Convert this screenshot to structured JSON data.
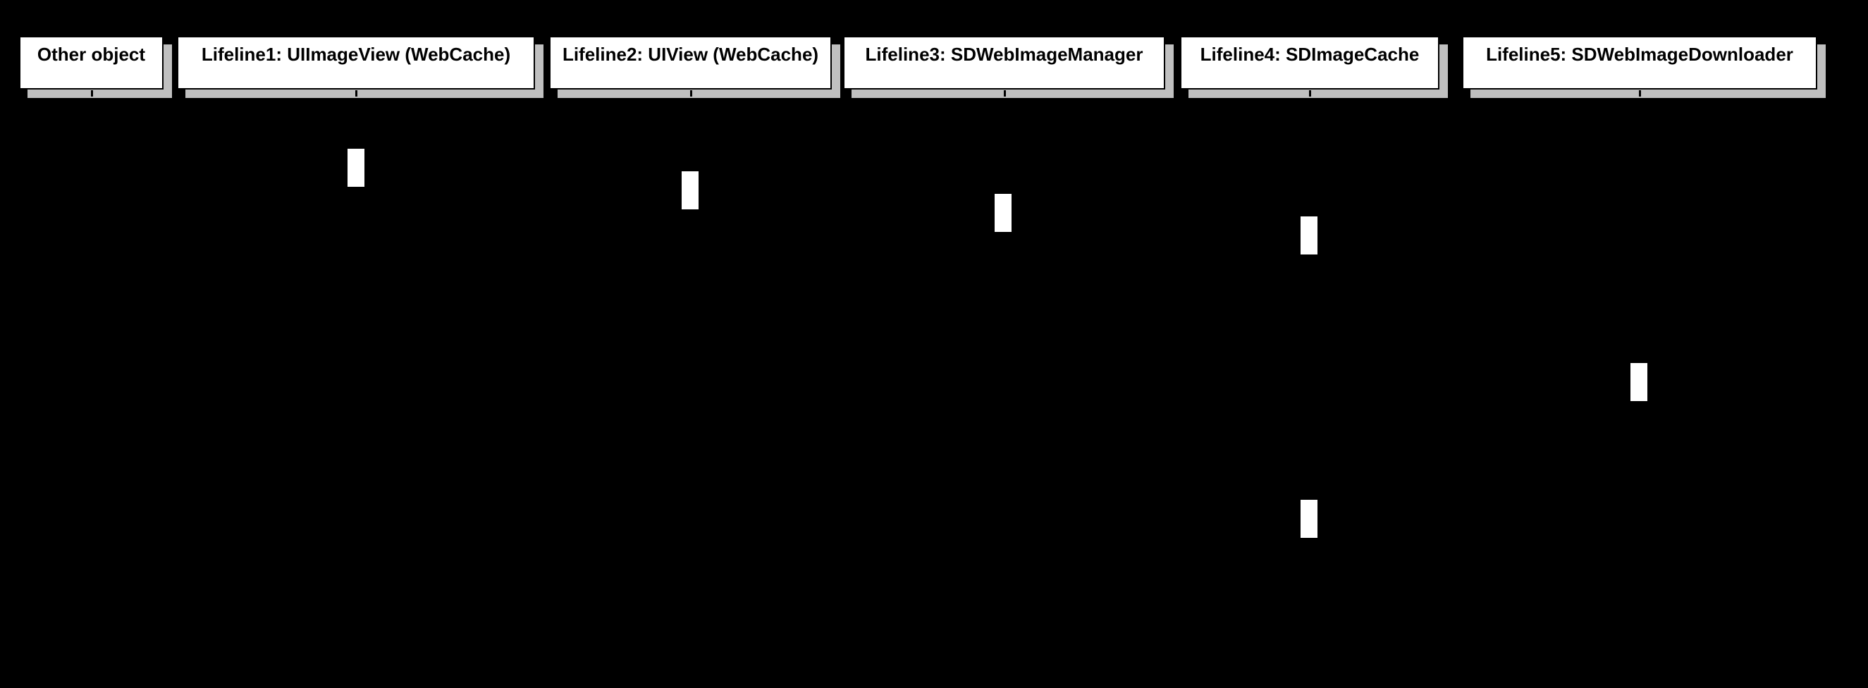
{
  "diagram": {
    "kind": "uml-sequence-diagram",
    "background_color": "#000000",
    "box_fill_color": "#ffffff",
    "box_border_color": "#000000",
    "box_text_color": "#000000",
    "shadow_color": "#c0c0c0"
  },
  "lifelines": [
    {
      "label": "Other object"
    },
    {
      "label": "Lifeline1: UIImageView (WebCache)"
    },
    {
      "label": "Lifeline2: UIView (WebCache)"
    },
    {
      "label": "Lifeline3: SDWebImageManager"
    },
    {
      "label": "Lifeline4: SDImageCache"
    },
    {
      "label": "Lifeline5: SDWebImageDownloader"
    }
  ],
  "activations": [
    {
      "on_lifeline": "Lifeline1: UIImageView (WebCache)",
      "order": 1
    },
    {
      "on_lifeline": "Lifeline2: UIView (WebCache)",
      "order": 2
    },
    {
      "on_lifeline": "Lifeline3: SDWebImageManager",
      "order": 3
    },
    {
      "on_lifeline": "Lifeline4: SDImageCache",
      "order": 4
    },
    {
      "on_lifeline": "Lifeline5: SDWebImageDownloader",
      "order": 5
    },
    {
      "on_lifeline": "Lifeline4: SDImageCache",
      "order": 6
    }
  ]
}
